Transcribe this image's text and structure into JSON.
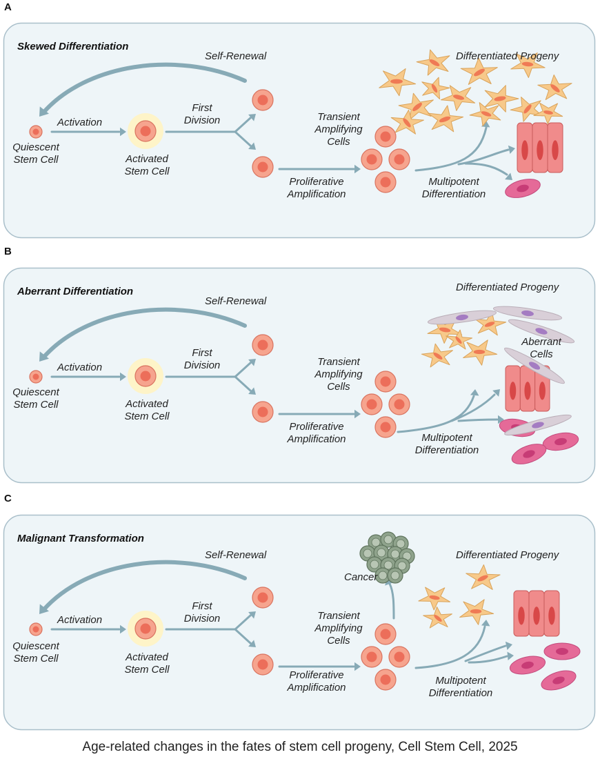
{
  "panels": [
    {
      "letter": "A",
      "title": "Skewed Differentiation",
      "labels": {
        "self_renewal": "Self-Renewal",
        "activation": "Activation",
        "quiescent_1": "Quiescent",
        "quiescent_2": "Stem Cell",
        "activated_1": "Activated",
        "activated_2": "Stem Cell",
        "first_div_1": "First",
        "first_div_2": "Division",
        "transient_1": "Transient",
        "transient_2": "Amplifying",
        "transient_3": "Cells",
        "prolif_1": "Proliferative",
        "prolif_2": "Amplification",
        "multi_1": "Multipotent",
        "multi_2": "Differentiation",
        "progeny": "Differentiated Progeny"
      }
    },
    {
      "letter": "B",
      "title": "Aberrant Differentiation",
      "labels": {
        "self_renewal": "Self-Renewal",
        "activation": "Activation",
        "quiescent_1": "Quiescent",
        "quiescent_2": "Stem Cell",
        "activated_1": "Activated",
        "activated_2": "Stem Cell",
        "first_div_1": "First",
        "first_div_2": "Division",
        "transient_1": "Transient",
        "transient_2": "Amplifying",
        "transient_3": "Cells",
        "prolif_1": "Proliferative",
        "prolif_2": "Amplification",
        "multi_1": "Multipotent",
        "multi_2": "Differentiation",
        "progeny": "Differentiated Progeny",
        "aberrant_1": "Aberrant",
        "aberrant_2": "Cells"
      }
    },
    {
      "letter": "C",
      "title": "Malignant Transformation",
      "labels": {
        "self_renewal": "Self-Renewal",
        "activation": "Activation",
        "quiescent_1": "Quiescent",
        "quiescent_2": "Stem Cell",
        "activated_1": "Activated",
        "activated_2": "Stem Cell",
        "first_div_1": "First",
        "first_div_2": "Division",
        "transient_1": "Transient",
        "transient_2": "Amplifying",
        "transient_3": "Cells",
        "prolif_1": "Proliferative",
        "prolif_2": "Amplification",
        "multi_1": "Multipotent",
        "multi_2": "Differentiation",
        "progeny": "Differentiated Progeny",
        "cancer": "Cancer"
      }
    }
  ],
  "caption": "Age-related changes in the fates of stem cell progeny, Cell Stem Cell, 2025",
  "colors": {
    "panel_bg": "#eef5f8",
    "panel_border": "#a9bfca",
    "arrow": "#87aab6",
    "stem_cell": "#f6a48e",
    "stem_nucleus": "#ec6e5a",
    "progeny_star": "#f7c98a",
    "epithelial": "#f08b8b",
    "pink_cell": "#e56a98",
    "aberrant_cell": "#d9cfd8",
    "aberrant_nucleus": "#a47cc2",
    "cancer": "#8fa38c"
  }
}
